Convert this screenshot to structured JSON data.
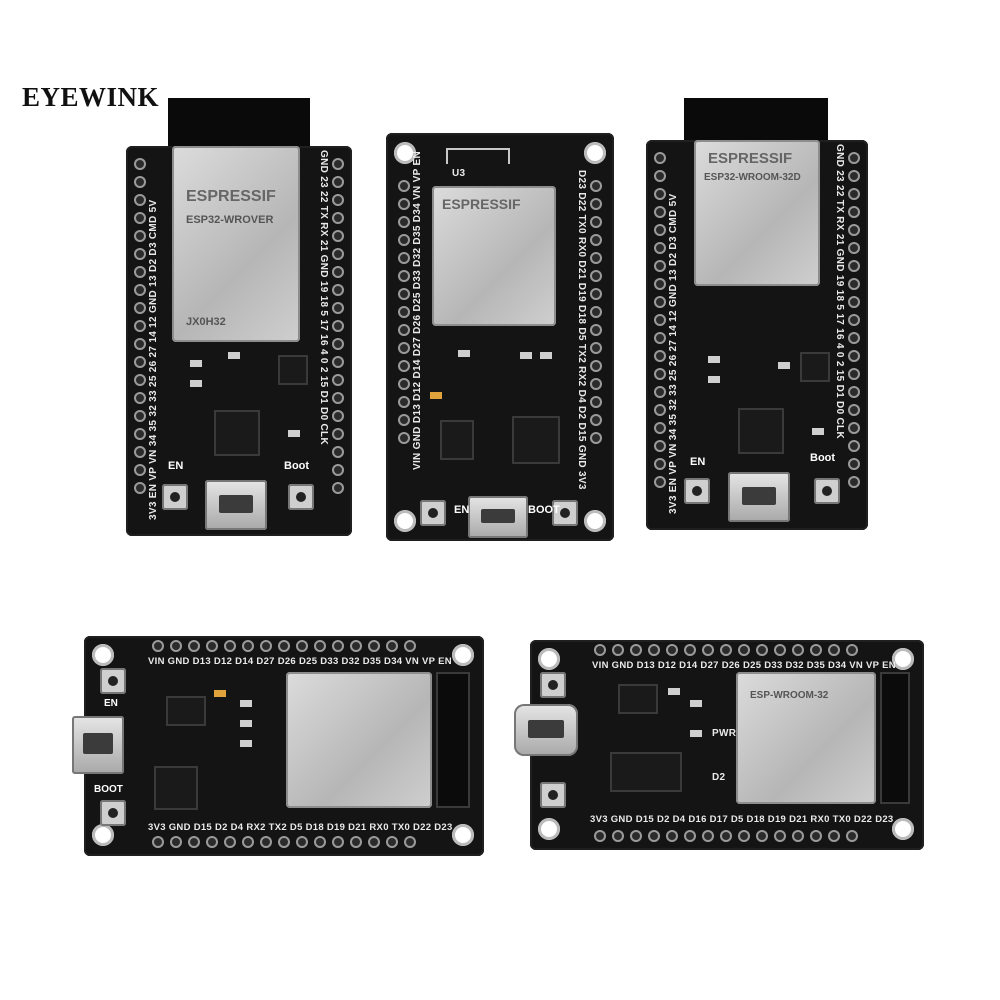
{
  "brand": "EYEWINK",
  "boards": [
    {
      "module_brand": "ESPRESSIF",
      "module_model": "ESP32-WROVER",
      "module_code": "JX0H32",
      "left_pins": "3V3 EN VP VN 34 35 32 33 25 26 27 14 12 GND 13 D2 D3 CMD 5V",
      "right_pins": "GND 23 22 TX RX 21 GND 19 18 5 17 16 4 0 2 15 D1 D0 CLK",
      "button_en": "EN",
      "button_boot": "Boot"
    },
    {
      "module_brand": "ESPRESSIF",
      "antenna_label": "U3",
      "left_pins": "VIN GND D13 D12 D14 D27 D26 D25 D33 D32 D35 D34 VN VP EN",
      "right_pins": "D23 D22 TX0 RX0 D21 D19 D18 D5 TX2 RX2 D4 D2 D15 GND 3V3",
      "button_en": "EN",
      "button_boot": "BOOT"
    },
    {
      "module_brand": "ESPRESSIF",
      "module_model": "ESP32-WROOM-32D",
      "left_pins": "3V3 EN VP VN 34 35 32 33 25 26 27 14 12 GND 13 D2 D3 CMD 5V",
      "right_pins": "GND 23 22 TX RX 21 GND 19 18 5 17 16 4 0 2 15 D1 D0 CLK",
      "button_en": "EN",
      "button_boot": "Boot"
    },
    {
      "top_pins": "VIN GND D13 D12 D14 D27 D26 D25 D33 D32 D35 D34 VN VP EN",
      "bottom_pins": "3V3 GND D15 D2 D4 RX2 TX2 D5 D18 D19 D21 RX0 TX0 D22 D23",
      "button_en": "EN",
      "button_boot": "BOOT"
    },
    {
      "top_pins": "VIN GND D13 D12 D14 D27 D26 D25 D33 D32 D35 D34 VN VP EN",
      "bottom_pins": "3V3 GND D15 D2 D4 D16 D17 D5 D18 D19 D21 RX0 TX0 D22 D23",
      "module_model": "ESP-WROOM-32",
      "pwr_label": "PWR",
      "d2_label": "D2"
    }
  ]
}
